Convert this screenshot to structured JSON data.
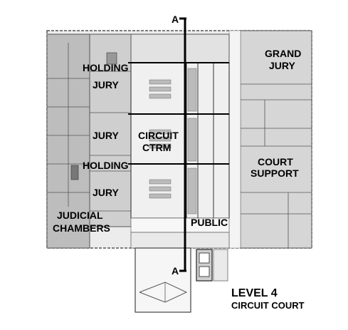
{
  "section_marker": "A",
  "rooms": {
    "holding_top": "HOLDING",
    "jury_1": "JURY",
    "jury_2": "JURY",
    "holding_mid": "HOLDING",
    "jury_3": "JURY",
    "judicial_1": "JUDICIAL",
    "judicial_2": "CHAMBERS",
    "circuit_1": "CIRCUIT",
    "circuit_2": "CTRM",
    "grand_1": "GRAND",
    "grand_2": "JURY",
    "court_1": "COURT",
    "court_2": "SUPPORT",
    "public": "PUBLIC"
  },
  "caption": {
    "level": "LEVEL 4",
    "name": "CIRCUIT COURT"
  },
  "colors": {
    "zone_dark": "#bdbdbd",
    "zone_mid": "#d6d6d6",
    "zone_light": "#e6e6e6",
    "wall": "#3a3a3a",
    "line": "#000000"
  }
}
